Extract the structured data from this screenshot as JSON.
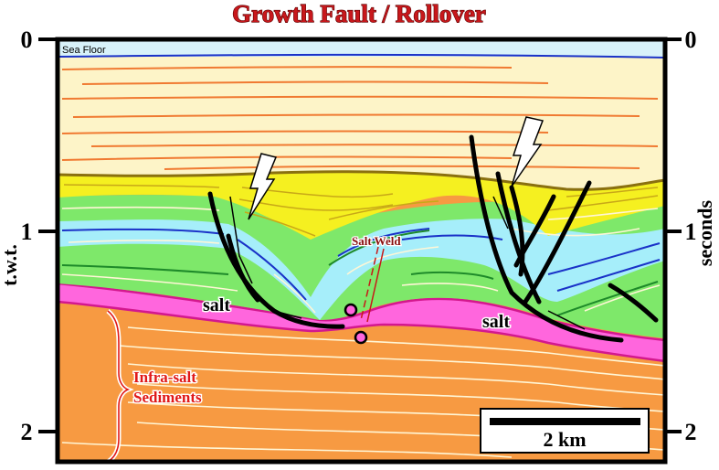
{
  "title": "Growth Fault / Rollover",
  "axes": {
    "left_label": "t.w.t.",
    "right_label": "seconds",
    "ticks": [
      "0",
      "1",
      "2"
    ]
  },
  "labels": {
    "sea_floor": "Sea Floor",
    "salt_left": "salt",
    "salt_right": "salt",
    "salt_weld": "Salt Weld",
    "infra_salt_line1": "Infra-salt",
    "infra_salt_line2": "Sediments"
  },
  "scale_bar": {
    "text": "2 km"
  },
  "colors": {
    "title": "#c8181c",
    "sea": "#d8f2fa",
    "upper_sediments": "#fdf4c8",
    "growth_wedge": "#f5f020",
    "green_layer": "#7ee86a",
    "blue_layer": "#a6eefa",
    "salt": "#ff66dd",
    "infra_salt": "#f79a42"
  }
}
